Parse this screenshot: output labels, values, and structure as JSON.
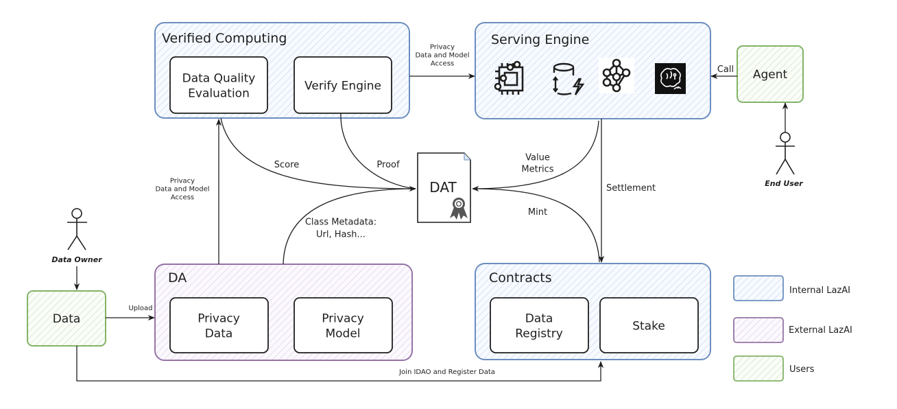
{
  "colors": {
    "internal_stroke": "#6c8ebf",
    "internal_hatch": "#c9d9f0",
    "external_stroke": "#9673a6",
    "external_hatch": "#ddd0e8",
    "users_stroke": "#82b366",
    "users_hatch": "#cfe3c2",
    "ink": "#1e1e1e"
  },
  "groups": {
    "verified_computing": {
      "title": "Verified Computing",
      "category": "internal",
      "items": [
        "Data Quality|Evaluation",
        "Verify Engine"
      ]
    },
    "serving_engine": {
      "title": "Serving Engine",
      "category": "internal",
      "icons": [
        "chip-icon",
        "database-lightning-icon",
        "neural-network-icon",
        "ai-brain-icon"
      ]
    },
    "da": {
      "title": "DA",
      "category": "external",
      "items": [
        "Privacy|Data",
        "Privacy|Model"
      ]
    },
    "contracts": {
      "title": "Contracts",
      "category": "internal",
      "items": [
        "Data|Registry",
        "Stake"
      ]
    }
  },
  "nodes": {
    "agent": {
      "label": "Agent",
      "category": "users"
    },
    "data": {
      "label": "Data",
      "category": "users"
    },
    "dat": {
      "label": "DAT",
      "icon": "certificate-ribbon-icon"
    }
  },
  "actors": {
    "end_user": "End User",
    "data_owner": "Data Owner"
  },
  "edges": {
    "vc_to_serving": "Privacy|Data and Model|Access",
    "agent_call": "Call",
    "score": "Score",
    "proof": "Proof",
    "value_metrics": "Value|Metrics",
    "settlement": "Settlement",
    "mint": "Mint",
    "da_to_vc": "Privacy|Data and Model|Access",
    "class_metadata": "Class Metadata:|Url, Hash...",
    "upload": "Upload",
    "join_register": "Join IDAO and Register Data"
  },
  "legend": [
    {
      "label": "Internal LazAI",
      "category": "internal"
    },
    {
      "label": "External LazAI",
      "category": "external"
    },
    {
      "label": "Users",
      "category": "users"
    }
  ]
}
